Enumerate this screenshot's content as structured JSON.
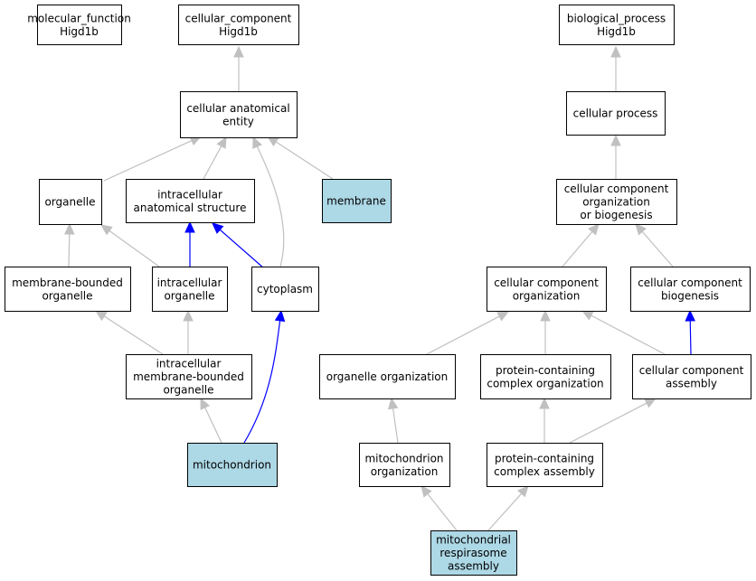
{
  "colors": {
    "highlight": "#add8e6",
    "default_fill": "#ffffff",
    "gray_edge": "#c0c0c0",
    "blue_edge": "#0000ff"
  },
  "nodes": [
    {
      "id": "molecular_function",
      "lines": [
        "molecular_function",
        "Higd1b"
      ],
      "highlight": false
    },
    {
      "id": "cellular_component",
      "lines": [
        "cellular_component",
        "Higd1b"
      ],
      "highlight": false
    },
    {
      "id": "biological_process",
      "lines": [
        "biological_process",
        "Higd1b"
      ],
      "highlight": false
    },
    {
      "id": "cellular_anatomical_entity",
      "lines": [
        "cellular anatomical",
        "entity"
      ],
      "highlight": false
    },
    {
      "id": "cellular_process",
      "lines": [
        "cellular process"
      ],
      "highlight": false
    },
    {
      "id": "organelle",
      "lines": [
        "organelle"
      ],
      "highlight": false
    },
    {
      "id": "intracellular_anatomical_structure",
      "lines": [
        "intracellular",
        "anatomical structure"
      ],
      "highlight": false
    },
    {
      "id": "membrane",
      "lines": [
        "membrane"
      ],
      "highlight": true
    },
    {
      "id": "ccob",
      "lines": [
        "cellular component",
        "organization",
        "or biogenesis"
      ],
      "highlight": false
    },
    {
      "id": "membrane_bounded_organelle",
      "lines": [
        "membrane-bounded",
        "organelle"
      ],
      "highlight": false
    },
    {
      "id": "intracellular_organelle",
      "lines": [
        "intracellular",
        "organelle"
      ],
      "highlight": false
    },
    {
      "id": "cytoplasm",
      "lines": [
        "cytoplasm"
      ],
      "highlight": false
    },
    {
      "id": "cc_organization",
      "lines": [
        "cellular component",
        "organization"
      ],
      "highlight": false
    },
    {
      "id": "cc_biogenesis",
      "lines": [
        "cellular component",
        "biogenesis"
      ],
      "highlight": false
    },
    {
      "id": "imbo",
      "lines": [
        "intracellular",
        "membrane-bounded",
        "organelle"
      ],
      "highlight": false
    },
    {
      "id": "organelle_organization",
      "lines": [
        "organelle organization"
      ],
      "highlight": false
    },
    {
      "id": "pc_complex_organization",
      "lines": [
        "protein-containing",
        "complex organization"
      ],
      "highlight": false
    },
    {
      "id": "cc_assembly",
      "lines": [
        "cellular component",
        "assembly"
      ],
      "highlight": false
    },
    {
      "id": "mitochondrion",
      "lines": [
        "mitochondrion"
      ],
      "highlight": true
    },
    {
      "id": "mito_organization",
      "lines": [
        "mitochondrion",
        "organization"
      ],
      "highlight": false
    },
    {
      "id": "pc_complex_assembly",
      "lines": [
        "protein-containing",
        "complex assembly"
      ],
      "highlight": false
    },
    {
      "id": "mrs_assembly",
      "lines": [
        "mitochondrial",
        "respirasome",
        "assembly"
      ],
      "highlight": true
    }
  ],
  "edges": [
    {
      "from": "cellular_anatomical_entity",
      "to": "cellular_component",
      "type": "is_a"
    },
    {
      "from": "cellular_process",
      "to": "biological_process",
      "type": "is_a"
    },
    {
      "from": "organelle",
      "to": "cellular_anatomical_entity",
      "type": "is_a"
    },
    {
      "from": "intracellular_anatomical_structure",
      "to": "cellular_anatomical_entity",
      "type": "is_a"
    },
    {
      "from": "membrane",
      "to": "cellular_anatomical_entity",
      "type": "is_a"
    },
    {
      "from": "cytoplasm",
      "to": "cellular_anatomical_entity",
      "type": "is_a"
    },
    {
      "from": "ccob",
      "to": "cellular_process",
      "type": "is_a"
    },
    {
      "from": "membrane_bounded_organelle",
      "to": "organelle",
      "type": "is_a"
    },
    {
      "from": "intracellular_organelle",
      "to": "organelle",
      "type": "is_a"
    },
    {
      "from": "intracellular_organelle",
      "to": "intracellular_anatomical_structure",
      "type": "part_of"
    },
    {
      "from": "cytoplasm",
      "to": "intracellular_anatomical_structure",
      "type": "part_of"
    },
    {
      "from": "cc_organization",
      "to": "ccob",
      "type": "is_a"
    },
    {
      "from": "cc_biogenesis",
      "to": "ccob",
      "type": "is_a"
    },
    {
      "from": "imbo",
      "to": "membrane_bounded_organelle",
      "type": "is_a"
    },
    {
      "from": "imbo",
      "to": "intracellular_organelle",
      "type": "is_a"
    },
    {
      "from": "organelle_organization",
      "to": "cc_organization",
      "type": "is_a"
    },
    {
      "from": "pc_complex_organization",
      "to": "cc_organization",
      "type": "is_a"
    },
    {
      "from": "cc_assembly",
      "to": "cc_organization",
      "type": "is_a"
    },
    {
      "from": "cc_assembly",
      "to": "cc_biogenesis",
      "type": "part_of"
    },
    {
      "from": "mitochondrion",
      "to": "imbo",
      "type": "is_a"
    },
    {
      "from": "mitochondrion",
      "to": "cytoplasm",
      "type": "part_of"
    },
    {
      "from": "mito_organization",
      "to": "organelle_organization",
      "type": "is_a"
    },
    {
      "from": "pc_complex_assembly",
      "to": "pc_complex_organization",
      "type": "is_a"
    },
    {
      "from": "pc_complex_assembly",
      "to": "cc_assembly",
      "type": "is_a"
    },
    {
      "from": "mrs_assembly",
      "to": "mito_organization",
      "type": "is_a"
    },
    {
      "from": "mrs_assembly",
      "to": "pc_complex_assembly",
      "type": "is_a"
    }
  ]
}
